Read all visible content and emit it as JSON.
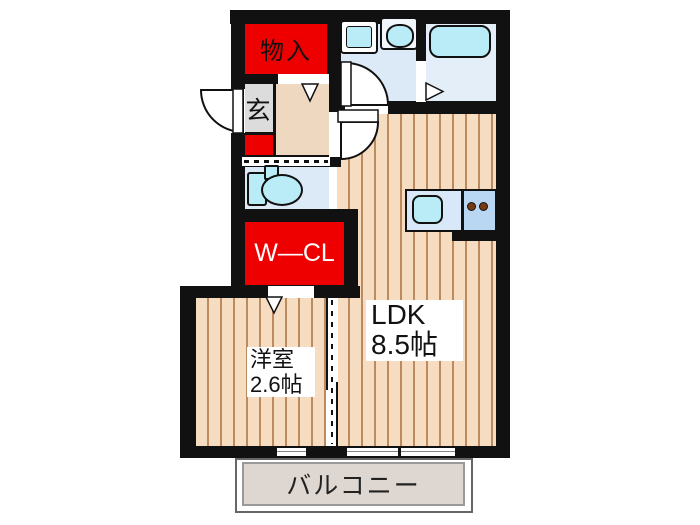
{
  "floorplan": {
    "rooms": {
      "storage": {
        "label": "物入"
      },
      "entrance": {
        "label": "玄"
      },
      "walk_in_closet": {
        "label": "W—CL"
      },
      "western_room": {
        "label": "洋室",
        "size": "2.6帖"
      },
      "ldk": {
        "label": "LDK",
        "size": "8.5帖"
      },
      "balcony": {
        "label": "バルコニー"
      }
    },
    "fixtures": [
      "bathtub",
      "washbasin",
      "washer-pan",
      "toilet",
      "kitchen-sink",
      "stove-2-burner"
    ],
    "colors": {
      "wall": "#111111",
      "closet_red": "#ee0000",
      "wood_floor": "#f6ddc1",
      "wood_stripe": "#bb8a5f",
      "wet_room_floor": "#dce9f6",
      "fixture_cyan": "#b9ecf6",
      "hallway_floor": "#eed9c0",
      "entrance_tile": "#dcdcdc",
      "balcony_floor": "#ded6d0",
      "wcl_text": "#ffffff",
      "label_text": "#111111"
    }
  }
}
